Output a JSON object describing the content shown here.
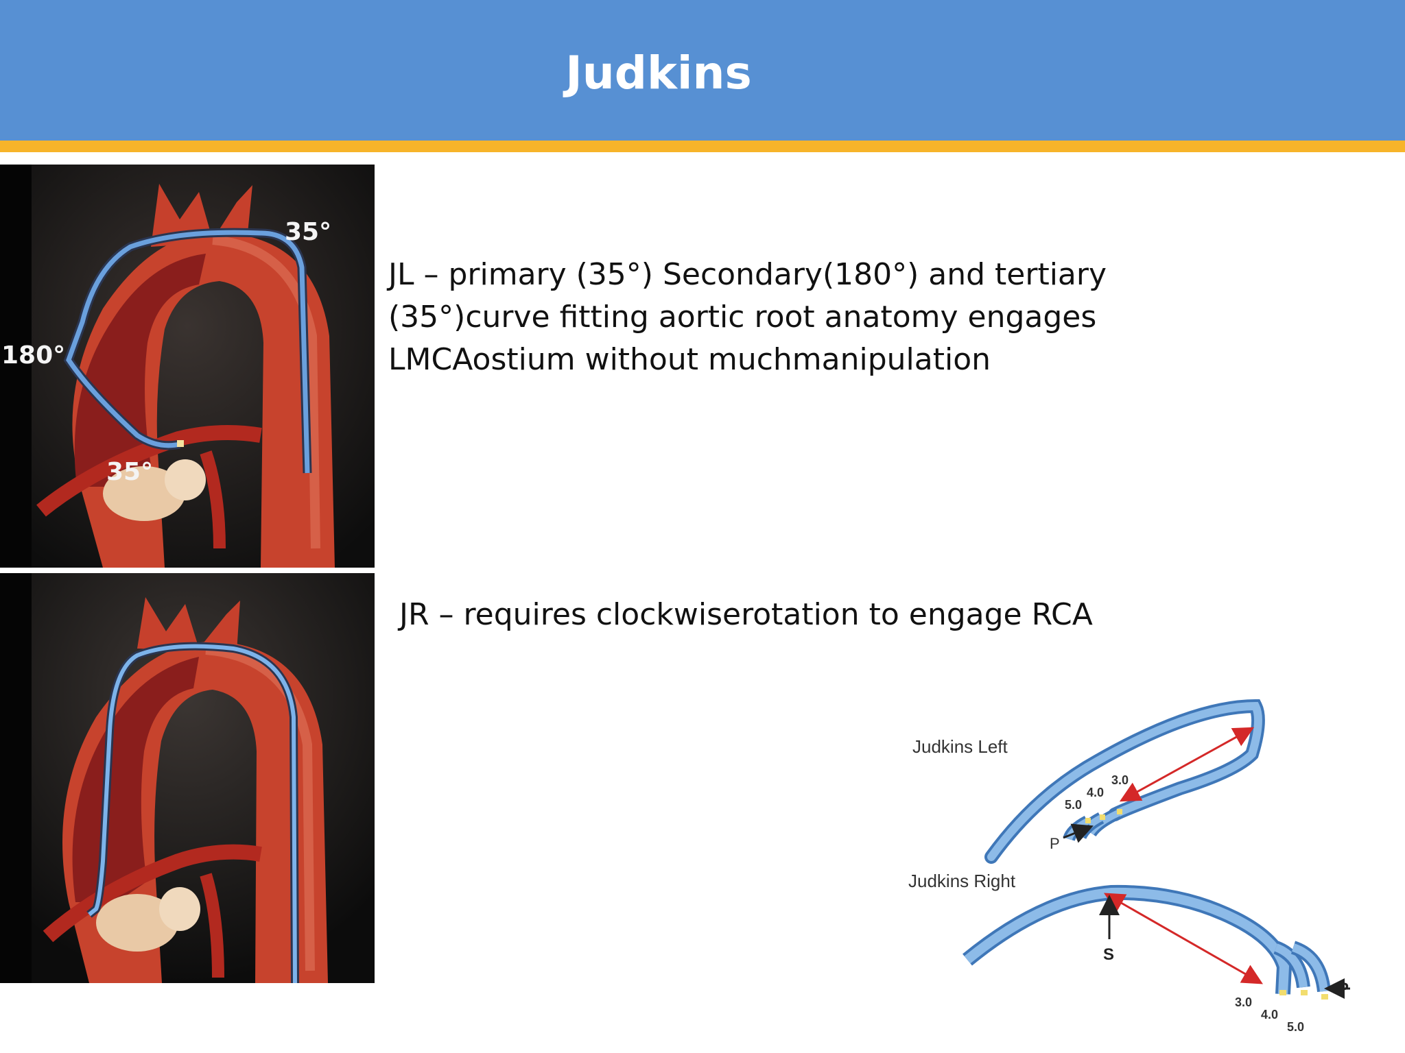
{
  "slide": {
    "title": "Judkins",
    "jl_lines": [
      "JL – primary (35°) Secondary(180°) and tertiary",
      "(35°)curve fitting aortic root anatomy engages",
      "LMCAostium without muchmanipulation"
    ],
    "jr_text": "JR – requires clockwiserotation to engage RCA"
  },
  "aorta_labels": {
    "top_right_angle": "35°",
    "left_angle": "180°",
    "bottom_angle": "35°"
  },
  "diagram": {
    "left_title": "Judkins Left",
    "right_title": "Judkins Right",
    "left_sizes": [
      "5.0",
      "4.0",
      "3.0"
    ],
    "right_sizes": [
      "3.0",
      "4.0",
      "5.0"
    ],
    "primary_label": "P",
    "secondary_label": "S"
  },
  "colors": {
    "header": "#5790d3",
    "accent": "#f7b42a",
    "catheter": "#5b8fc9",
    "arrow": "#d42828"
  }
}
